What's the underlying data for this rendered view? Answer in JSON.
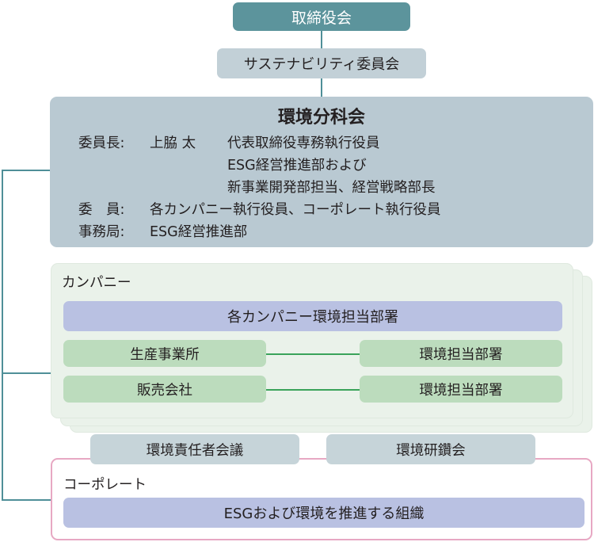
{
  "board": "取締役会",
  "sustainability_committee": "サステナビリティ委員会",
  "subcommittee": {
    "title": "環境分科会",
    "chair_label": "委員長:",
    "chair_name": "上脇 太",
    "chair_role_1": "代表取締役専務執行役員",
    "chair_role_2": "ESG経営推進部および",
    "chair_role_3": "新事業開発部担当、経営戦略部長",
    "members_label": "委　員:",
    "members_value": "各カンパニー執行役員、コーポレート執行役員",
    "secretariat_label": "事務局:",
    "secretariat_value": "ESG経営推進部"
  },
  "company": {
    "label": "カンパニー",
    "env_dept": "各カンパニー環境担当部署",
    "rows": [
      {
        "left": "生産事業所",
        "right": "環境担当部署"
      },
      {
        "left": "販売会社",
        "right": "環境担当部署"
      }
    ]
  },
  "meetings": {
    "left": "環境責任者会議",
    "right": "環境研鑽会"
  },
  "corporate": {
    "label": "コーポレート",
    "org": "ESGおよび環境を推進する組織"
  },
  "colors": {
    "board": "#5c949c",
    "connector": "#4f8f98",
    "subcommittee": "#b9c9d2",
    "company_bg": "#eaf2ea",
    "green_box": "#bcdcbd",
    "blue_box": "#b9c1e2",
    "corporate_border": "#e7a8c3"
  }
}
